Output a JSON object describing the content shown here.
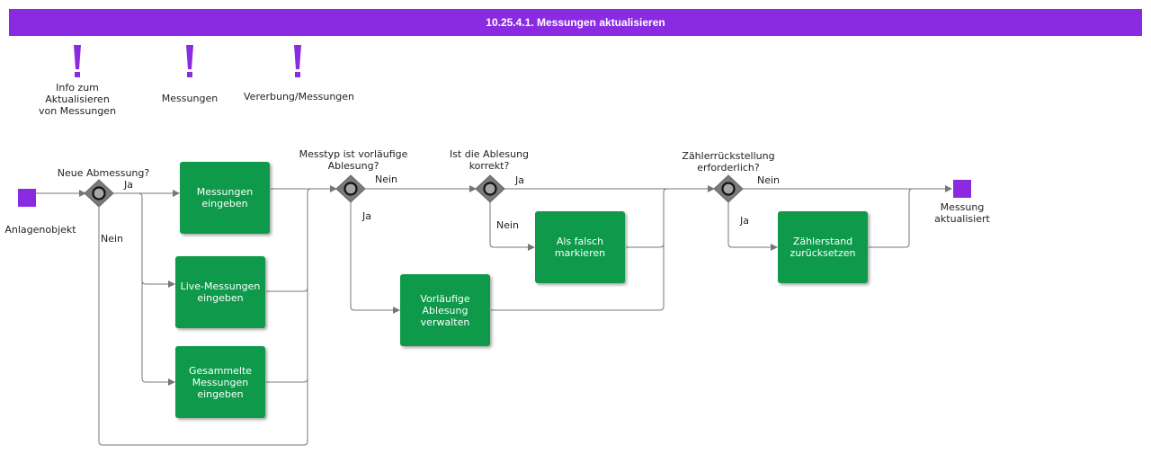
{
  "title": "10.25.4.1. Messungen aktualisieren",
  "colors": {
    "header": "#8a2be2",
    "task": "#0e9a4a",
    "event": "#8a2be2",
    "gateway": "#7a7a7a",
    "line": "#777777"
  },
  "info_items": [
    {
      "icon": "exclamation-icon",
      "label": "Info zum\nAktualisieren\nvon Messungen"
    },
    {
      "icon": "exclamation-icon",
      "label": "Messungen"
    },
    {
      "icon": "exclamation-icon",
      "label": "Vererbung/Messungen"
    }
  ],
  "events": {
    "start": "Anlagenobjekt",
    "end": "Messung\naktualisiert"
  },
  "gateways": {
    "g1": "Neue Abmessung?",
    "g2": "Messtyp ist vorläufige\nAblesung?",
    "g3": "Ist die Ablesung\nkorrekt?",
    "g4": "Zählerrückstellung\nerforderlich?"
  },
  "tasks": {
    "messungen_eingeben": "Messungen\neingeben",
    "live_messungen": "Live-Messungen\neingeben",
    "gesammelte_messungen": "Gesammelte\nMessungen\neingeben",
    "vorlaeufige_ablesung": "Vorläufige\nAblesung\nverwalten",
    "als_falsch": "Als falsch\nmarkieren",
    "zaehlerstand": "Zählerstand\nzurücksetzen"
  },
  "flow_labels": {
    "g1_ja": "Ja",
    "g1_nein": "Nein",
    "g2_nein": "Nein",
    "g2_ja": "Ja",
    "g3_ja": "Ja",
    "g3_nein": "Nein",
    "g4_nein": "Nein",
    "g4_ja": "Ja"
  }
}
